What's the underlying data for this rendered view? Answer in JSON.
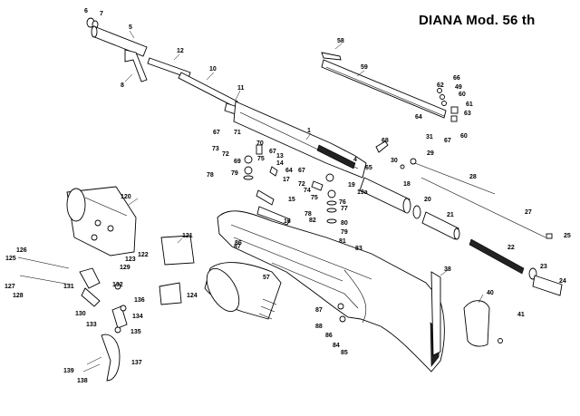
{
  "title": "DIANA Mod. 56 th",
  "part_numbers": [
    "6",
    "7",
    "5",
    "8",
    "12",
    "10",
    "11",
    "1",
    "4",
    "58",
    "59",
    "66",
    "62",
    "49",
    "60",
    "61",
    "63",
    "64",
    "67",
    "60",
    "68",
    "31",
    "29",
    "30",
    "28",
    "65",
    "18",
    "19",
    "19a",
    "20",
    "21",
    "27",
    "25",
    "22",
    "23",
    "24",
    "67",
    "71",
    "70",
    "73",
    "72",
    "69",
    "75",
    "78",
    "79",
    "13",
    "14",
    "67",
    "64",
    "17",
    "15",
    "16",
    "67",
    "72",
    "74",
    "75",
    "76",
    "77",
    "78",
    "79",
    "80",
    "82",
    "81",
    "83",
    "120",
    "121",
    "122",
    "123",
    "124",
    "125",
    "126",
    "127",
    "128",
    "129",
    "130",
    "131",
    "132",
    "133",
    "134",
    "135",
    "136",
    "137",
    "138",
    "139",
    "86",
    "87",
    "57",
    "87",
    "88",
    "86",
    "84",
    "85",
    "38",
    "40",
    "41"
  ]
}
